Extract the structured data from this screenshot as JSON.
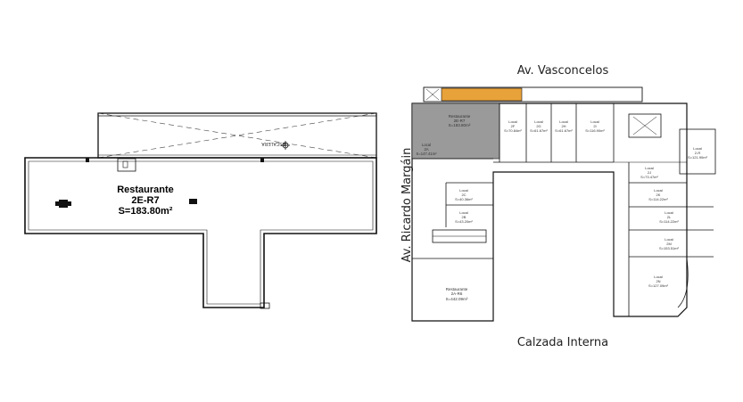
{
  "left_plan": {
    "name": "Restaurante",
    "code": "2E-R7",
    "area": "S=183.80m²",
    "stamp": "ESCALERA"
  },
  "right_plan": {
    "streets": {
      "top": "Av. Vasconcelos",
      "left": "Av. Ricardo Margáin",
      "bottom": "Calzada Interna"
    },
    "highlighted": {
      "name": "Restaurante",
      "code": "2E-R7",
      "area": "S=183.80m²"
    },
    "units": [
      {
        "name": "Local",
        "code": "2A",
        "area": "S=147.41m²"
      },
      {
        "name": "Local",
        "code": "2F",
        "area": "S=70.84m²"
      },
      {
        "name": "Local",
        "code": "2G",
        "area": "S=61.67m²"
      },
      {
        "name": "Local",
        "code": "2H",
        "area": "S=61.67m²"
      },
      {
        "name": "Local",
        "code": "2I",
        "area": "S=116.90m²"
      },
      {
        "name": "Local",
        "code": "2C",
        "area": "S=40.36m²"
      },
      {
        "name": "Local",
        "code": "2B",
        "area": "S=43.20m²"
      },
      {
        "name": "Local",
        "code": "2J",
        "area": "S=73.47m²"
      },
      {
        "name": "Local",
        "code": "2K",
        "area": "S=114.22m²"
      },
      {
        "name": "Local",
        "code": "2L",
        "area": "S=114.22m²"
      },
      {
        "name": "Local",
        "code": "2M",
        "area": "S=153.51m²"
      },
      {
        "name": "Local",
        "code": "2N",
        "area": "S=127.09m²"
      },
      {
        "name": "Local",
        "code": "2-R",
        "area": "S=121.90m²"
      },
      {
        "name": "Restaurante",
        "code": "2A-R6",
        "area": "S=442.09m²"
      }
    ]
  },
  "colors": {
    "highlight_gray": "#9a9a9a",
    "accent_orange": "#e8a23a",
    "line": "#111111"
  }
}
